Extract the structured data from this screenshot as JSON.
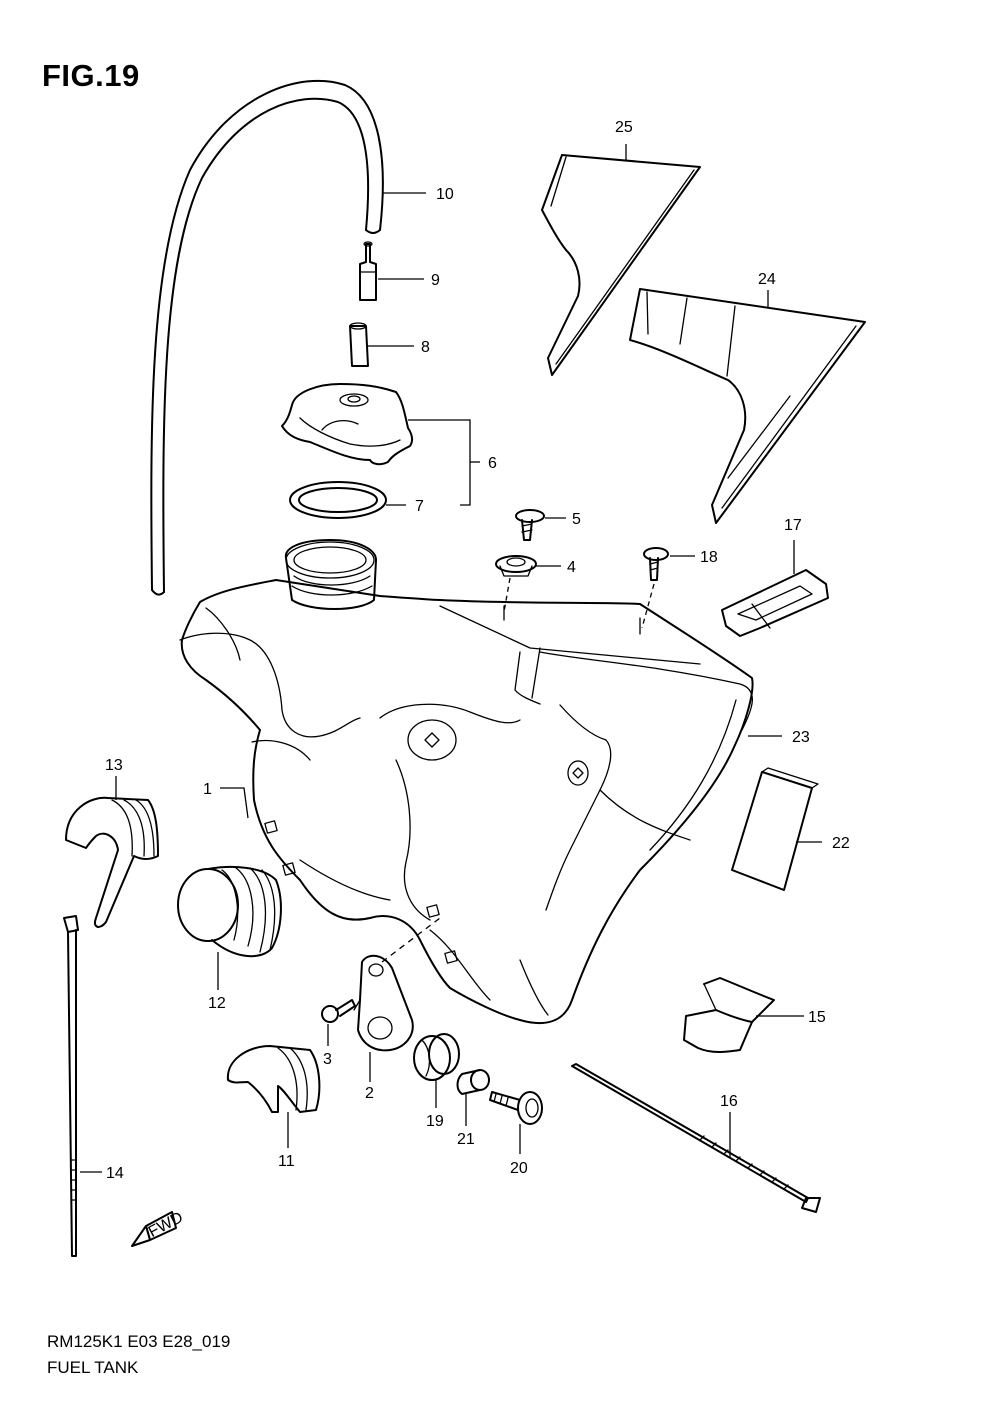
{
  "figure": {
    "title": "FIG.19"
  },
  "callouts": {
    "c1": "1",
    "c2": "2",
    "c3": "3",
    "c4": "4",
    "c5": "5",
    "c6": "6",
    "c7": "7",
    "c8": "8",
    "c9": "9",
    "c10": "10",
    "c11": "11",
    "c12": "12",
    "c13": "13",
    "c14": "14",
    "c15": "15",
    "c16": "16",
    "c17": "17",
    "c18": "18",
    "c19": "19",
    "c20": "20",
    "c21": "21",
    "c22": "22",
    "c23": "23",
    "c24": "24",
    "c25": "25"
  },
  "direction_arrow": {
    "label": "FWD",
    "icon": "fwd-arrow-icon"
  },
  "footer": {
    "code": "RM125K1 E03 E28_019",
    "name": "FUEL TANK"
  }
}
